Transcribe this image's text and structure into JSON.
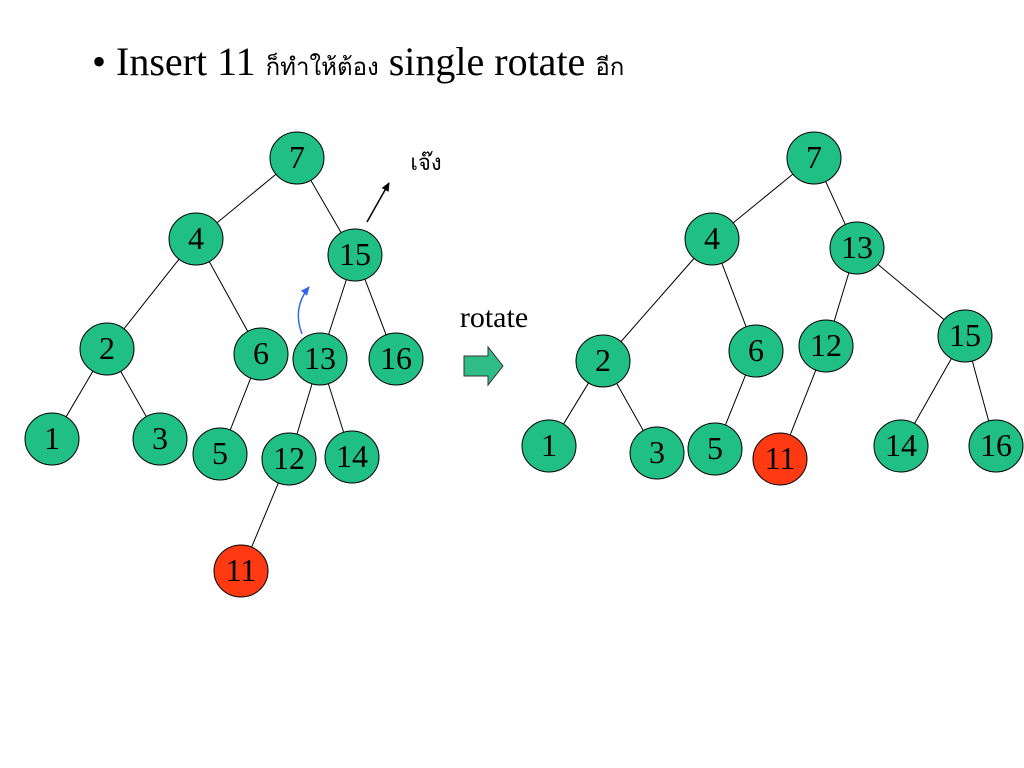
{
  "slide": {
    "bullet": "•",
    "title_part1": "Insert 11",
    "title_thai1": "ก็ทำให้ต้อง",
    "title_part2": "single rotate",
    "title_thai2": "อีก"
  },
  "annotations": {
    "jeng_label": "เจ๊ง",
    "rotate_label": "rotate"
  },
  "colors": {
    "node_fill": "#1fbf86",
    "highlight_fill": "#ff3a12",
    "curved_arrow": "#3366ee",
    "block_arrow_fill": "#2fbf86"
  },
  "trees": {
    "before": {
      "nodes": [
        {
          "id": "b7",
          "label": "7"
        },
        {
          "id": "b4",
          "label": "4"
        },
        {
          "id": "b15",
          "label": "15"
        },
        {
          "id": "b2",
          "label": "2"
        },
        {
          "id": "b6",
          "label": "6"
        },
        {
          "id": "b13",
          "label": "13"
        },
        {
          "id": "b16",
          "label": "16"
        },
        {
          "id": "b1",
          "label": "1"
        },
        {
          "id": "b3",
          "label": "3"
        },
        {
          "id": "b5",
          "label": "5"
        },
        {
          "id": "b12",
          "label": "12"
        },
        {
          "id": "b14",
          "label": "14"
        },
        {
          "id": "b11",
          "label": "11",
          "highlight": true
        }
      ],
      "edges": [
        [
          "b7",
          "b4"
        ],
        [
          "b7",
          "b15"
        ],
        [
          "b4",
          "b2"
        ],
        [
          "b4",
          "b6"
        ],
        [
          "b2",
          "b1"
        ],
        [
          "b2",
          "b3"
        ],
        [
          "b6",
          "b5"
        ],
        [
          "b15",
          "b13"
        ],
        [
          "b15",
          "b16"
        ],
        [
          "b13",
          "b12"
        ],
        [
          "b13",
          "b14"
        ],
        [
          "b12",
          "b11"
        ]
      ]
    },
    "after": {
      "nodes": [
        {
          "id": "a7",
          "label": "7"
        },
        {
          "id": "a4",
          "label": "4"
        },
        {
          "id": "a13",
          "label": "13"
        },
        {
          "id": "a2",
          "label": "2"
        },
        {
          "id": "a6",
          "label": "6"
        },
        {
          "id": "a12",
          "label": "12"
        },
        {
          "id": "a15",
          "label": "15"
        },
        {
          "id": "a1",
          "label": "1"
        },
        {
          "id": "a3",
          "label": "3"
        },
        {
          "id": "a5",
          "label": "5"
        },
        {
          "id": "a11",
          "label": "11",
          "highlight": true
        },
        {
          "id": "a14",
          "label": "14"
        },
        {
          "id": "a16",
          "label": "16"
        }
      ],
      "edges": [
        [
          "a7",
          "a4"
        ],
        [
          "a7",
          "a13"
        ],
        [
          "a4",
          "a2"
        ],
        [
          "a4",
          "a6"
        ],
        [
          "a2",
          "a1"
        ],
        [
          "a2",
          "a3"
        ],
        [
          "a6",
          "a5"
        ],
        [
          "a13",
          "a12"
        ],
        [
          "a13",
          "a15"
        ],
        [
          "a12",
          "a11"
        ],
        [
          "a15",
          "a14"
        ],
        [
          "a15",
          "a16"
        ]
      ]
    }
  }
}
